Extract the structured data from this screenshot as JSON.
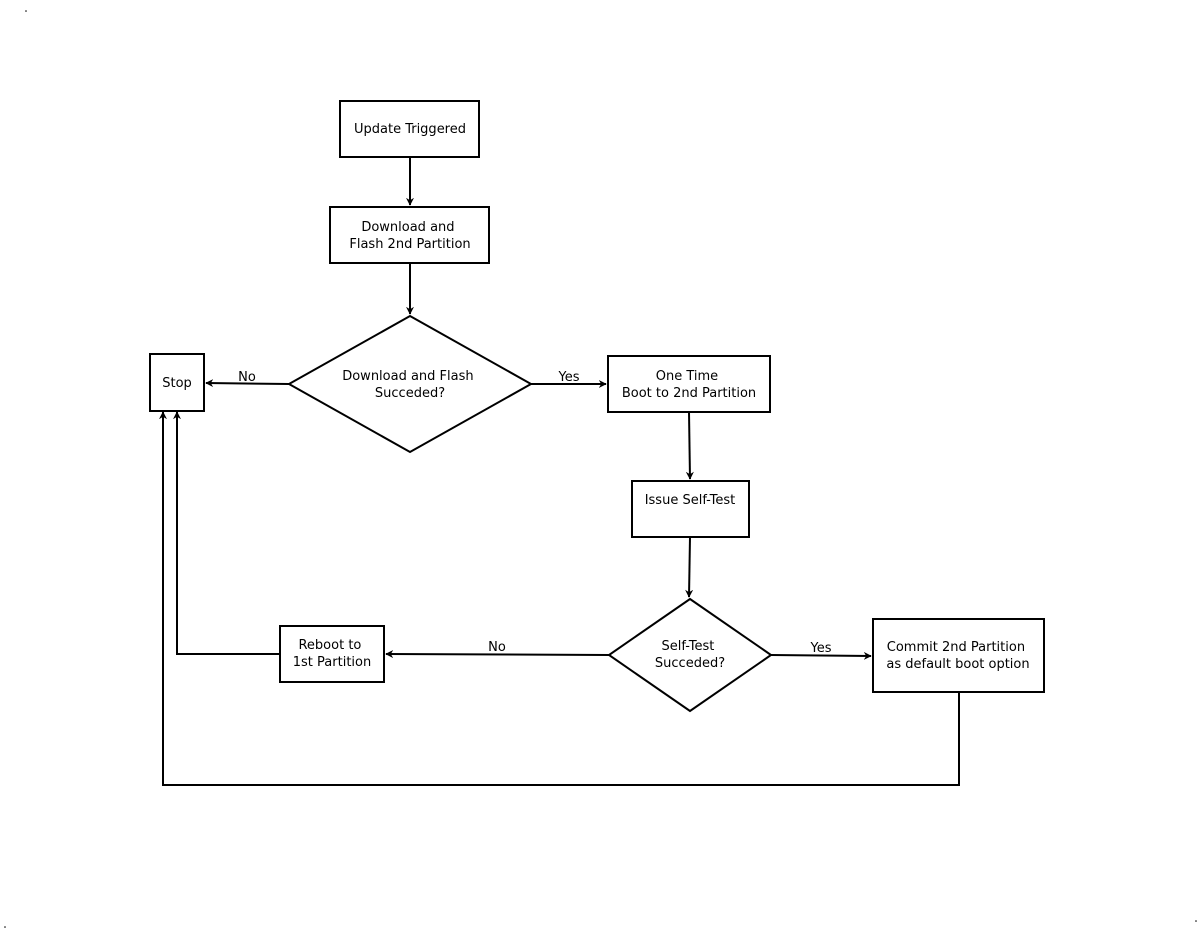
{
  "diagram": {
    "nodes": {
      "update_triggered": {
        "lines": [
          "Update Triggered"
        ]
      },
      "download_flash": {
        "lines": [
          "Download and",
          "Flash 2nd Partition"
        ]
      },
      "download_succeeded": {
        "lines": [
          "Download and Flash",
          "Succeded?"
        ]
      },
      "stop": {
        "lines": [
          "Stop"
        ]
      },
      "one_time_boot": {
        "lines": [
          "One Time",
          "Boot to 2nd Partition"
        ]
      },
      "issue_self_test": {
        "lines": [
          "Issue Self-Test"
        ]
      },
      "self_test_succeeded": {
        "lines": [
          "Self-Test",
          "Succeded?"
        ]
      },
      "reboot_first": {
        "lines": [
          "Reboot to",
          "1st Partition"
        ]
      },
      "commit_second": {
        "lines": [
          "Commit 2nd Partition",
          "as default boot option"
        ]
      }
    },
    "edges": {
      "download_no": "No",
      "download_yes": "Yes",
      "selftest_no": "No",
      "selftest_yes": "Yes"
    }
  }
}
